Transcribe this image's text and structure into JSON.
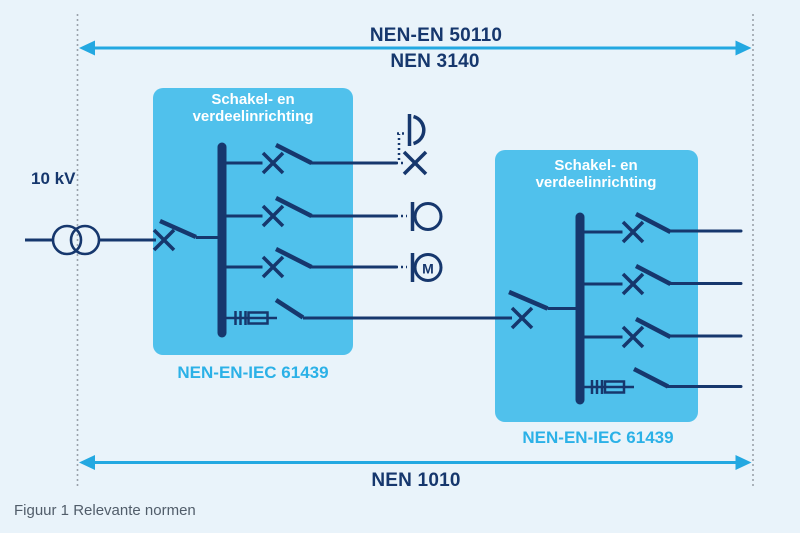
{
  "theme": {
    "bg": "#e9f3fa",
    "panel": "#50c1ec",
    "navy": "#16376d",
    "cyan": "#23a8e1",
    "cyanText": "#2bb1e7",
    "grayDot": "#9aa2ab",
    "caption": "#515d6a"
  },
  "header": {
    "top_label": "NEN-EN 50110",
    "bottom_label": "NEN 3140"
  },
  "footer": {
    "arrow_label": "NEN 1010",
    "caption": "Figuur 1 Relevante normen"
  },
  "feed": {
    "voltage_label": "10 kV"
  },
  "panels": [
    {
      "title": "Schakel- en verdeelinrichting",
      "standard_label": "NEN-EN-IEC 61439"
    },
    {
      "title": "Schakel- en verdeelinrichting",
      "standard_label": "NEN-EN-IEC 61439"
    }
  ],
  "loads": {
    "motor_label": "M"
  },
  "icons": {
    "transformer-icon": "two overlapping circles",
    "disconnector-switch-icon": "x contact with open knife blade",
    "fuse-icon": "rectangle with three tick bars on feeder line",
    "socket-outlet-icon": "semicircle with bar",
    "lamp-icon": "x cross",
    "appliance-icon": "circle with bar",
    "motor-icon": "circle with M and bar",
    "span-arrow-icon": "double headed horizontal arrow",
    "boundary-dotted-line-icon": "vertical dotted boundary line"
  }
}
